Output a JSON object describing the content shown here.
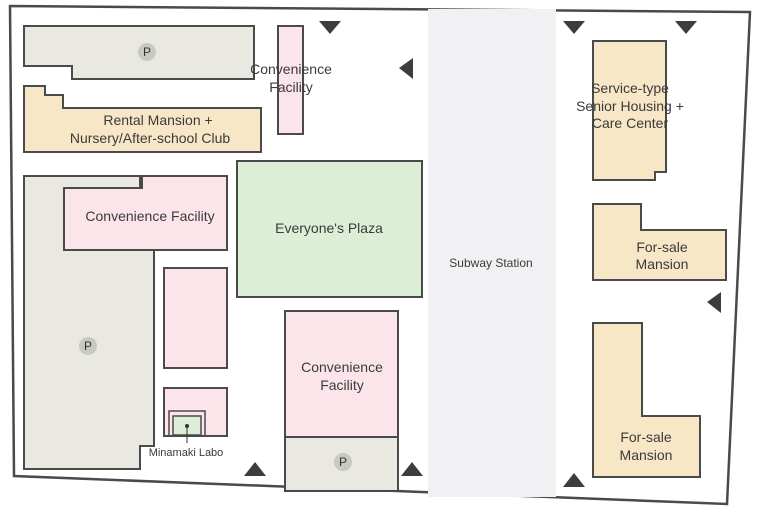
{
  "colors": {
    "background": "#ffffff",
    "outline": "#4a4a4a",
    "parking": "#e9e9e2",
    "residential": "#f8e7c6",
    "commercial": "#fbe5ea",
    "plaza": "#dcefd6",
    "station": "#f1f1f3"
  },
  "labels": {
    "parking_symbol": "P",
    "conv_top_l1": "Convenience",
    "conv_top_l2": "Facility",
    "rental_l1": "Rental Mansion +",
    "rental_l2": "Nursery/After-school Club",
    "conv_mid": "Convenience Facility",
    "plaza": "Everyone's Plaza",
    "subway": "Subway Station",
    "conv_bottom_l1": "Convenience",
    "conv_bottom_l2": "Facility",
    "senior_l1": "Service-type",
    "senior_l2": "Senior Housing +",
    "senior_l3": "Care Center",
    "forsale_top_l1": "For-sale",
    "forsale_top_l2": "Mansion",
    "forsale_bottom_l1": "For-sale",
    "forsale_bottom_l2": "Mansion",
    "labo": "Minamaki Labo"
  },
  "icons": {
    "entrance": "triangle-arrow-icon",
    "parking": "parking-badge-icon",
    "labo_marker": "dot-pin-icon"
  }
}
